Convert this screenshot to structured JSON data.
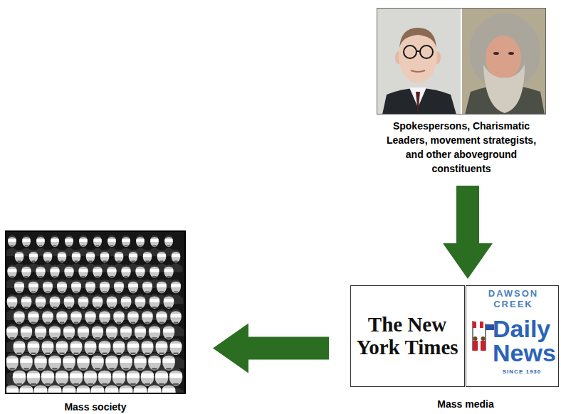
{
  "diagram": {
    "nodes": [
      {
        "text": [
          "Spokespersons, Charismatic Leaders, movement strategists, and other aboveground constituents"
        ]
      },
      {
        "text": [
          "Mass society"
        ]
      },
      {
        "text": [
          "The New York Times",
          "DAWSON CREEK",
          "Daily News",
          "SINCE 1930",
          "Mass media"
        ]
      }
    ],
    "edges": [
      {
        "from": 0,
        "to": 2,
        "arrow": "to"
      },
      {
        "from": 2,
        "to": 1,
        "arrow": "to"
      }
    ]
  }
}
